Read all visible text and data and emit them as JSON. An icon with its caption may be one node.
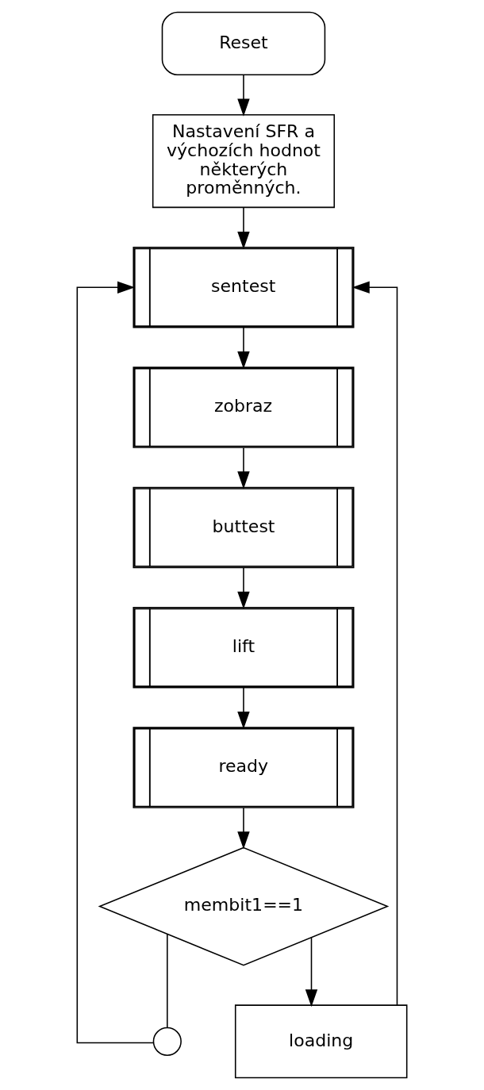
{
  "diagram": {
    "nodes": [
      {
        "text": [
          "Reset"
        ]
      },
      {
        "text": [
          "Nastavení SFR a výchozích hodnot některých proměnných."
        ]
      },
      {
        "text": [
          "sentest"
        ]
      },
      {
        "text": [
          "zobraz"
        ]
      },
      {
        "text": [
          "buttest"
        ]
      },
      {
        "text": [
          "lift"
        ]
      },
      {
        "text": [
          "ready"
        ]
      },
      {
        "text": [
          "membit1==1"
        ]
      },
      {
        "text": [],
        "shape": "circle"
      },
      {
        "text": [
          "loading"
        ]
      }
    ],
    "edges": [
      {
        "from": 0,
        "to": 1,
        "arrow": "to"
      },
      {
        "from": 1,
        "to": 2,
        "arrow": "to"
      },
      {
        "from": 2,
        "to": 3,
        "arrow": "to"
      },
      {
        "from": 3,
        "to": 4,
        "arrow": "to"
      },
      {
        "from": 4,
        "to": 5,
        "arrow": "to"
      },
      {
        "from": 5,
        "to": 6,
        "arrow": "to"
      },
      {
        "from": 6,
        "to": 7,
        "arrow": "to"
      },
      {
        "from": 7,
        "to": 8,
        "arrow": "none"
      },
      {
        "from": 8,
        "to": 2,
        "arrow": "to"
      },
      {
        "from": 7,
        "to": 9,
        "arrow": "to"
      },
      {
        "from": 9,
        "to": 2,
        "arrow": "to"
      }
    ]
  }
}
